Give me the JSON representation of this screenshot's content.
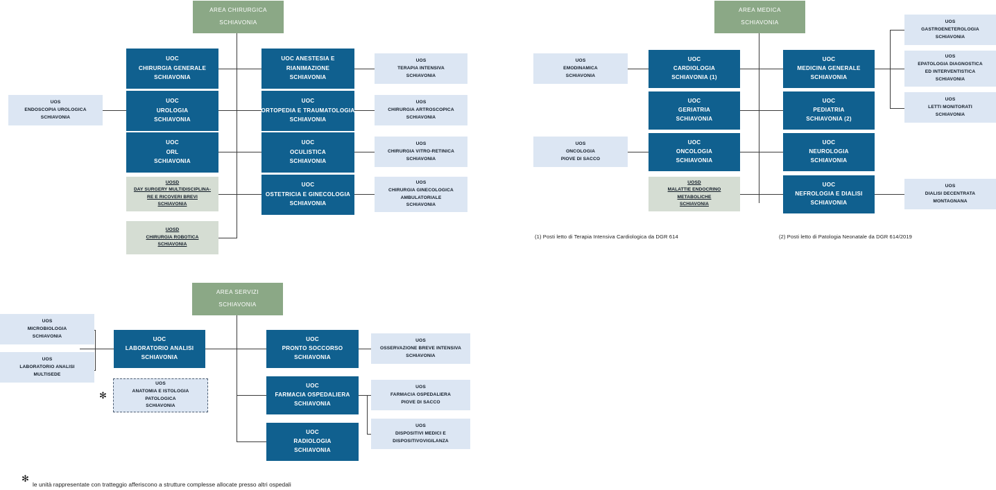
{
  "diagram": {
    "title": "Organigramma Ospedale di Schiavonia",
    "colors": {
      "area_green": "#8ba886",
      "uoc_blue": "#10608f",
      "uos_lightblue": "#dce6f3",
      "uosd_graygreen": "#d5ddd3",
      "connector": "#3a3a3a"
    }
  },
  "areas": {
    "chirurgica": {
      "header": {
        "line1": "AREA CHIRURGICA",
        "line2": "SCHIAVONIA"
      },
      "left_uos": {
        "endoscopia": {
          "line1": "UOS",
          "line2": "ENDOSCOPIA UROLOGICA",
          "line3": "SCHIAVONIA"
        }
      },
      "col1": [
        {
          "line1": "UOC",
          "line2": "CHIRURGIA GENERALE",
          "line3": "SCHIAVONIA"
        },
        {
          "line1": "UOC",
          "line2": "UROLOGIA",
          "line3": "SCHIAVONIA"
        },
        {
          "line1": "UOC",
          "line2": "ORL",
          "line3": "SCHIAVONIA"
        }
      ],
      "col1_uosd": [
        {
          "line1": "UOSD",
          "line2": "DAY SURGERY  MULTIDISCIPLINA-",
          "line3": "RE E RICOVERI BREVI",
          "line4": "SCHIAVONIA"
        },
        {
          "line1": "UOSD",
          "line2": "CHIRURGIA ROBOTICA",
          "line3": "SCHIAVONIA"
        }
      ],
      "col2": [
        {
          "line1": "UOC  ANESTESIA E",
          "line2": "RIANIMAZIONE",
          "line3": "SCHIAVONIA"
        },
        {
          "line1": "UOC",
          "line2": "ORTOPEDIA E TRAUMATOLOGIA",
          "line3": "SCHIAVONIA"
        },
        {
          "line1": "UOC",
          "line2": "OCULISTICA",
          "line3": "SCHIAVONIA"
        },
        {
          "line1": "UOC",
          "line2": "OSTETRICIA E GINECOLOGIA",
          "line3": "SCHIAVONIA"
        }
      ],
      "col3": [
        {
          "line1": "UOS",
          "line2": "TERAPIA INTENSIVA",
          "line3": "SCHIAVONIA"
        },
        {
          "line1": "UOS",
          "line2": "CHIRURGIA ARTROSCOPICA",
          "line3": "SCHIAVONIA"
        },
        {
          "line1": "UOS",
          "line2": "CHIRURGIA VITRO-RETINICA",
          "line3": "SCHIAVONIA"
        },
        {
          "line1": "UOS",
          "line2": "CHIRURGIA GINECOLOGICA",
          "line3": "AMBULATORIALE",
          "line4": "SCHIAVONIA"
        }
      ]
    },
    "medica": {
      "header": {
        "line1": "AREA MEDICA",
        "line2": "SCHIAVONIA"
      },
      "left_uos": [
        {
          "line1": "UOS",
          "line2": "EMODINAMICA",
          "line3": "SCHIAVONIA"
        },
        {
          "line1": "UOS",
          "line2": "ONCOLOGIA",
          "line3": "PIOVE DI SACCO"
        }
      ],
      "col1": [
        {
          "line1": "UOC",
          "line2": "CARDIOLOGIA",
          "line3": "SCHIAVONIA (1)"
        },
        {
          "line1": "UOC",
          "line2": "GERIATRIA",
          "line3": "SCHIAVONIA"
        },
        {
          "line1": "UOC",
          "line2": "ONCOLOGIA",
          "line3": "SCHIAVONIA"
        }
      ],
      "col1_uosd": [
        {
          "line1": "UOSD",
          "line2": "MALATTIE ENDOCRINO",
          "line3": "METABOLICHE",
          "line4": "SCHIAVONIA"
        }
      ],
      "col2": [
        {
          "line1": "UOC",
          "line2": "MEDICINA GENERALE",
          "line3": "SCHIAVONIA"
        },
        {
          "line1": "UOC",
          "line2": "PEDIATRIA",
          "line3": "SCHIAVONIA (2)"
        },
        {
          "line1": "UOC",
          "line2": "NEUROLOGIA",
          "line3": "SCHIAVONIA"
        },
        {
          "line1": "UOC",
          "line2": "NEFROLOGIA E DIALISI",
          "line3": "SCHIAVONIA"
        }
      ],
      "col3": [
        {
          "line1": "UOS",
          "line2": "GASTROENETEROLOGIA",
          "line3": "SCHIAVONIA"
        },
        {
          "line1": "UOS",
          "line2": "EPATOLOGIA DIAGNOSTICA",
          "line3": "ED INTERVENTISTICA",
          "line4": "SCHIAVONIA"
        },
        {
          "line1": "UOS",
          "line2": "LETTI MONITORATI",
          "line3": "SCHIAVONIA"
        },
        {
          "line1": "UOS",
          "line2": "DIALISI DECENTRATA",
          "line3": "MONTAGNANA"
        }
      ],
      "notes": [
        "(1) Posti letto di Terapia Intensiva Cardiologica da DGR 614",
        "(2) Posti letto di Patologia Neonatale da DGR 614/2019"
      ]
    },
    "servizi": {
      "header": {
        "line1": "AREA SERVIZI",
        "line2": "SCHIAVONIA"
      },
      "left_uos": [
        {
          "line1": "UOS",
          "line2": "MICROBIOLOGIA",
          "line3": "SCHIAVONIA"
        },
        {
          "line1": "UOS",
          "line2": "LABORATORIO ANALISI",
          "line3": "MULTISEDE"
        }
      ],
      "col1": [
        {
          "line1": "UOC",
          "line2": "LABORATORIO ANALISI",
          "line3": "SCHIAVONIA"
        }
      ],
      "col1_dashed": [
        {
          "line1": "UOS",
          "line2": "ANATOMIA E ISTOLOGIA",
          "line3": "PATOLOGICA",
          "line4": "SCHIAVONIA"
        }
      ],
      "col2": [
        {
          "line1": "UOC",
          "line2": "PRONTO SOCCORSO",
          "line3": "SCHIAVONIA"
        },
        {
          "line1": "UOC",
          "line2": "FARMACIA OSPEDALIERA",
          "line3": "SCHIAVONIA"
        },
        {
          "line1": "UOC",
          "line2": "RADIOLOGIA",
          "line3": "SCHIAVONIA"
        }
      ],
      "col3": [
        {
          "line1": "UOS",
          "line2": "OSSERVAZIONE BREVE INTENSIVA",
          "line3": "SCHIAVONIA"
        },
        {
          "line1": "UOS",
          "line2": "FARMACIA OSPEDALIERA",
          "line3": "PIOVE DI SACCO"
        },
        {
          "line1": "UOS",
          "line2": "DISPOSITIVI MEDICI E",
          "line3": "DISPOSITIVOVIGILANZA"
        }
      ],
      "dashed_marker": "✻"
    }
  },
  "legend": {
    "marker": "✻",
    "text": "le unità rappresentate con tratteggio afferiscono a strutture complesse allocate presso altri ospedali"
  }
}
